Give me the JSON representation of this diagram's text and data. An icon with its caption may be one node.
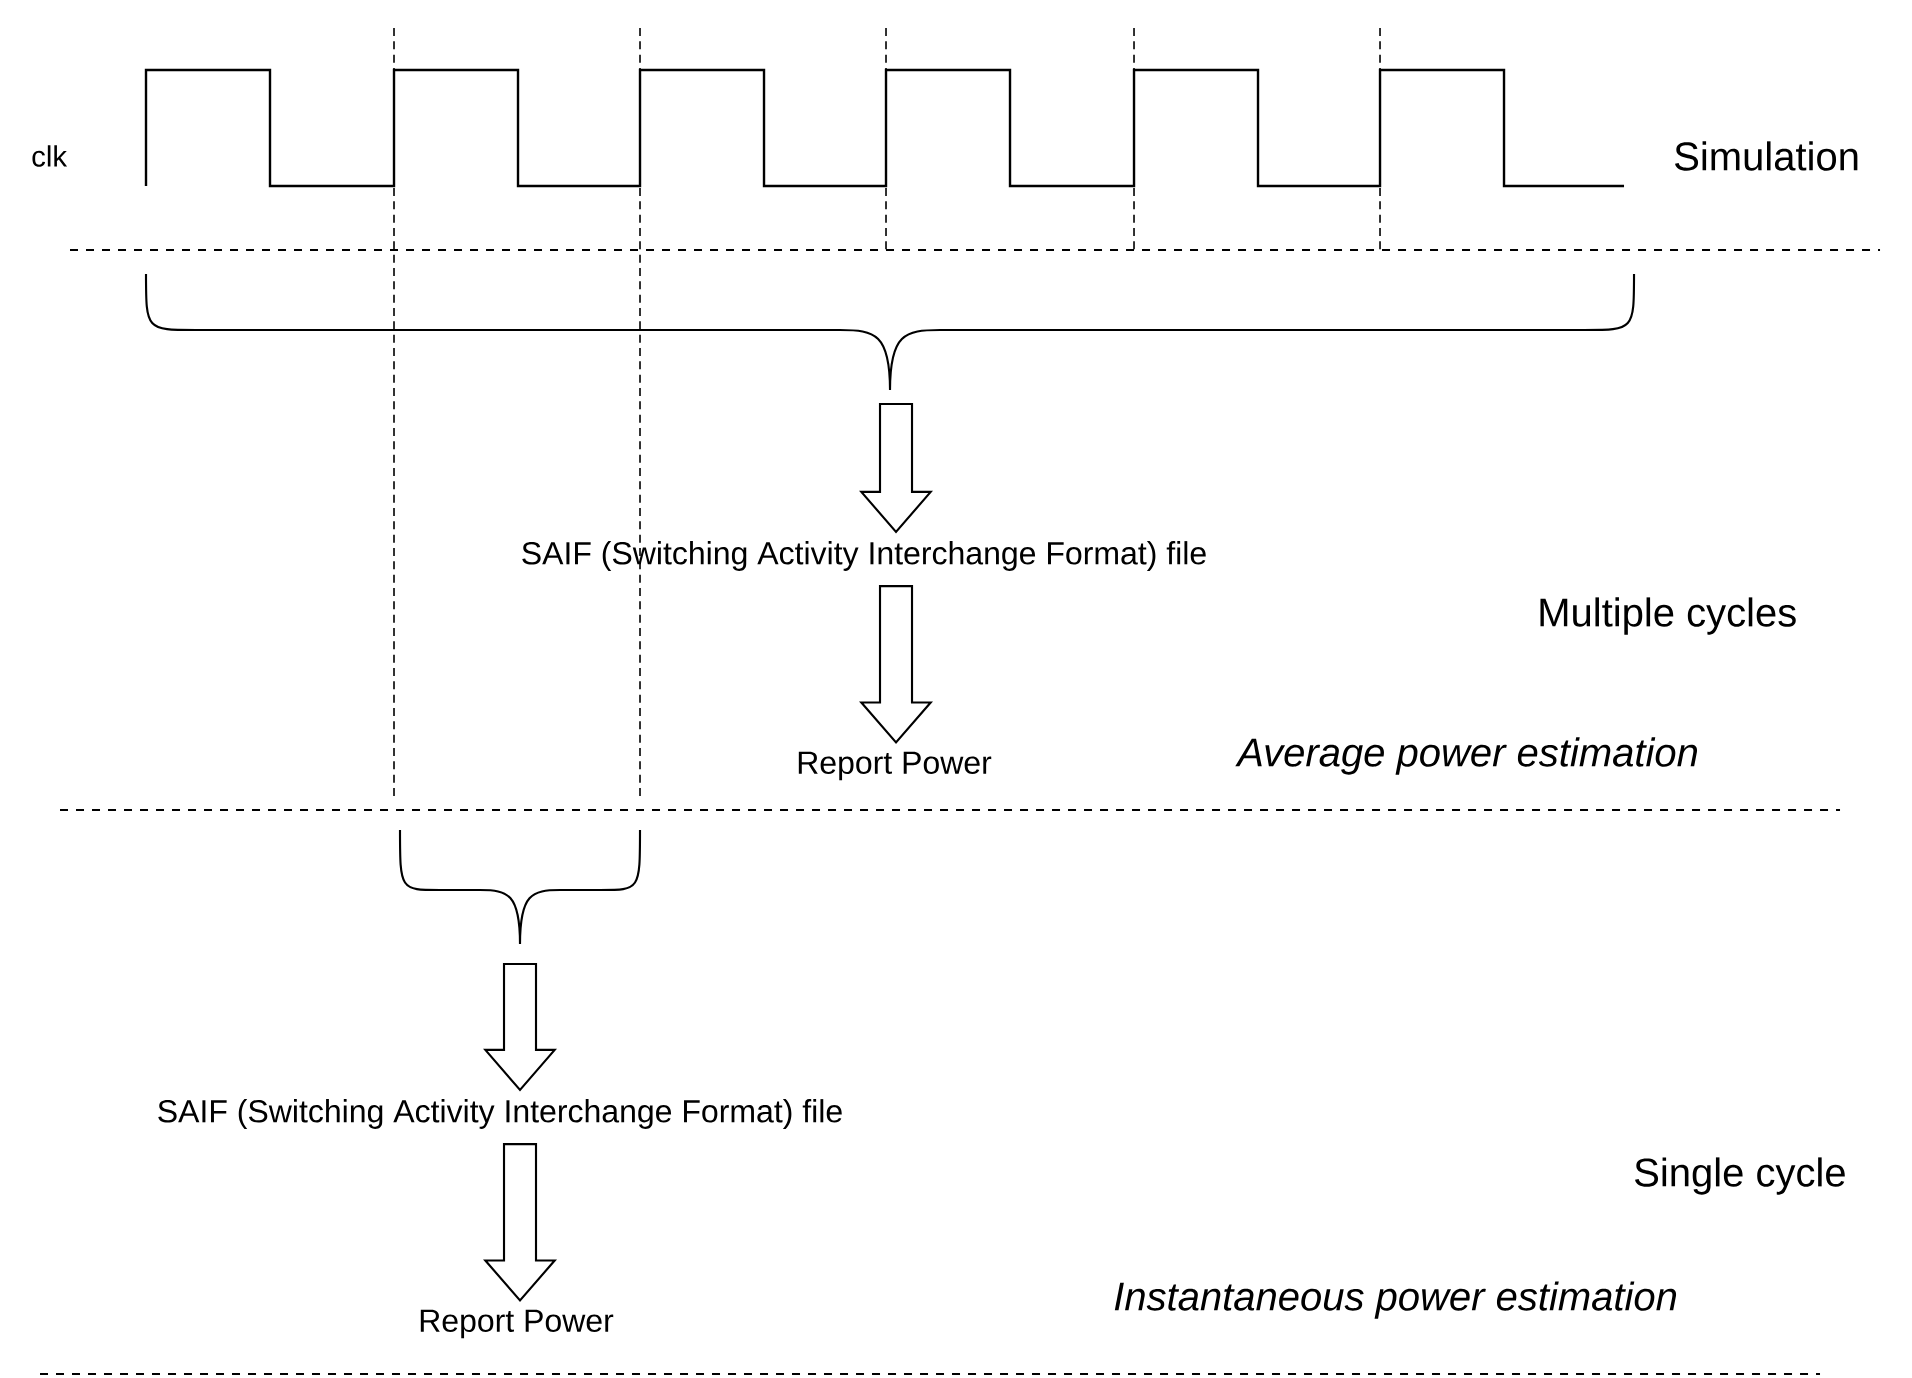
{
  "diagram": {
    "nodes": [
      {
        "text": [
          "SAIF (Switching Activity Interchange Format) file"
        ]
      },
      {
        "text": [
          "Report Power"
        ]
      },
      {
        "text": [
          "SAIF (Switching Activity Interchange Format) file"
        ]
      },
      {
        "text": [
          "Report Power"
        ]
      }
    ],
    "edges": [
      {
        "from": null,
        "to": 0,
        "arrow": "to"
      },
      {
        "from": 0,
        "to": 1,
        "arrow": "to"
      },
      {
        "from": null,
        "to": 2,
        "arrow": "to"
      },
      {
        "from": 2,
        "to": 3,
        "arrow": "to"
      }
    ],
    "labels": [
      "clk",
      "Simulation",
      "Multiple cycles",
      "Average power estimation",
      "Single cycle",
      "Instantaneous power estimation"
    ]
  }
}
